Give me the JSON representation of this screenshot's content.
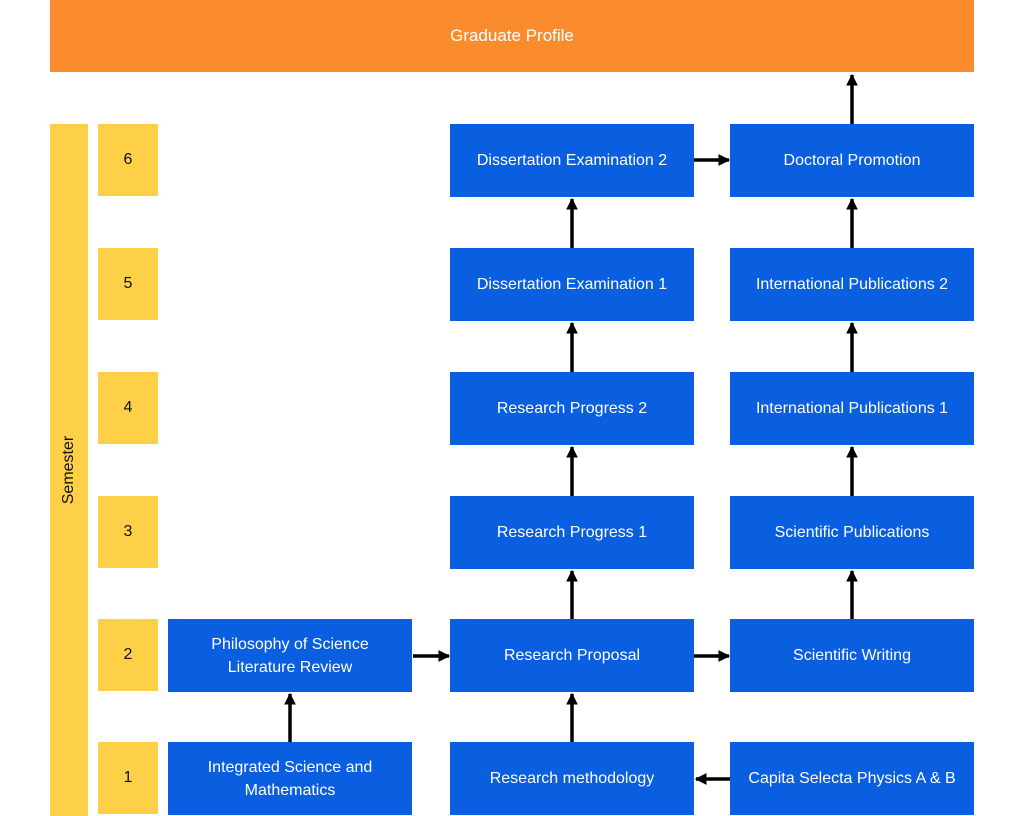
{
  "colors": {
    "header": "#fb8c2e",
    "semester": "#fdd047",
    "box": "#0a5ee0",
    "arrow": "#000000"
  },
  "header": {
    "title": "Graduate Profile"
  },
  "semester": {
    "label": "Semester",
    "numbers": [
      "6",
      "5",
      "4",
      "3",
      "2",
      "1"
    ]
  },
  "boxes": {
    "dissertation_exam_2": "Dissertation Examination 2",
    "doctoral_promotion": "Doctoral Promotion",
    "dissertation_exam_1": "Dissertation Examination 1",
    "intl_pub_2": "International Publications 2",
    "research_progress_2": "Research Progress 2",
    "intl_pub_1": "International Publications 1",
    "research_progress_1": "Research Progress 1",
    "scientific_publications": "Scientific Publications",
    "philosophy": "Philosophy of Science Literature Review",
    "research_proposal": "Research Proposal",
    "scientific_writing": "Scientific Writing",
    "integrated_science": "Integrated Science and Mathematics",
    "research_methodology": "Research methodology",
    "capita_selecta": "Capita Selecta Physics A & B"
  }
}
